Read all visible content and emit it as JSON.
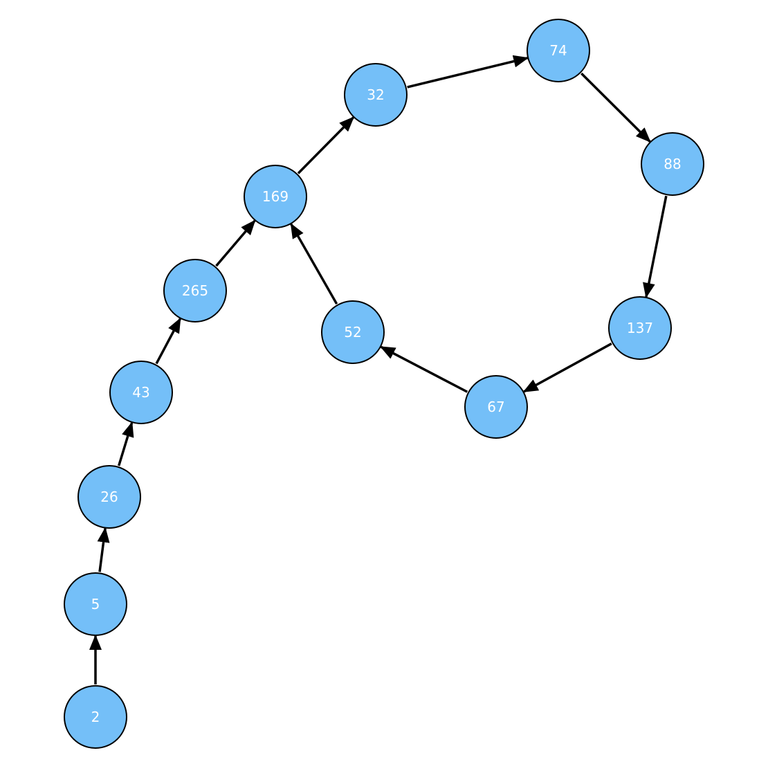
{
  "diagram": {
    "type": "directed-graph",
    "node_color": "#74bff8",
    "node_border_color": "#000000",
    "label_color": "#ffffff",
    "edge_color": "#000000",
    "nodes": [
      {
        "id": "2",
        "label": "2"
      },
      {
        "id": "5",
        "label": "5"
      },
      {
        "id": "26",
        "label": "26"
      },
      {
        "id": "43",
        "label": "43"
      },
      {
        "id": "265",
        "label": "265"
      },
      {
        "id": "169",
        "label": "169"
      },
      {
        "id": "32",
        "label": "32"
      },
      {
        "id": "74",
        "label": "74"
      },
      {
        "id": "88",
        "label": "88"
      },
      {
        "id": "137",
        "label": "137"
      },
      {
        "id": "67",
        "label": "67"
      },
      {
        "id": "52",
        "label": "52"
      }
    ],
    "edges": [
      {
        "from": "2",
        "to": "5"
      },
      {
        "from": "5",
        "to": "26"
      },
      {
        "from": "26",
        "to": "43"
      },
      {
        "from": "43",
        "to": "265"
      },
      {
        "from": "265",
        "to": "169"
      },
      {
        "from": "169",
        "to": "32"
      },
      {
        "from": "32",
        "to": "74"
      },
      {
        "from": "74",
        "to": "88"
      },
      {
        "from": "88",
        "to": "137"
      },
      {
        "from": "137",
        "to": "67"
      },
      {
        "from": "67",
        "to": "52"
      },
      {
        "from": "52",
        "to": "169"
      }
    ]
  }
}
